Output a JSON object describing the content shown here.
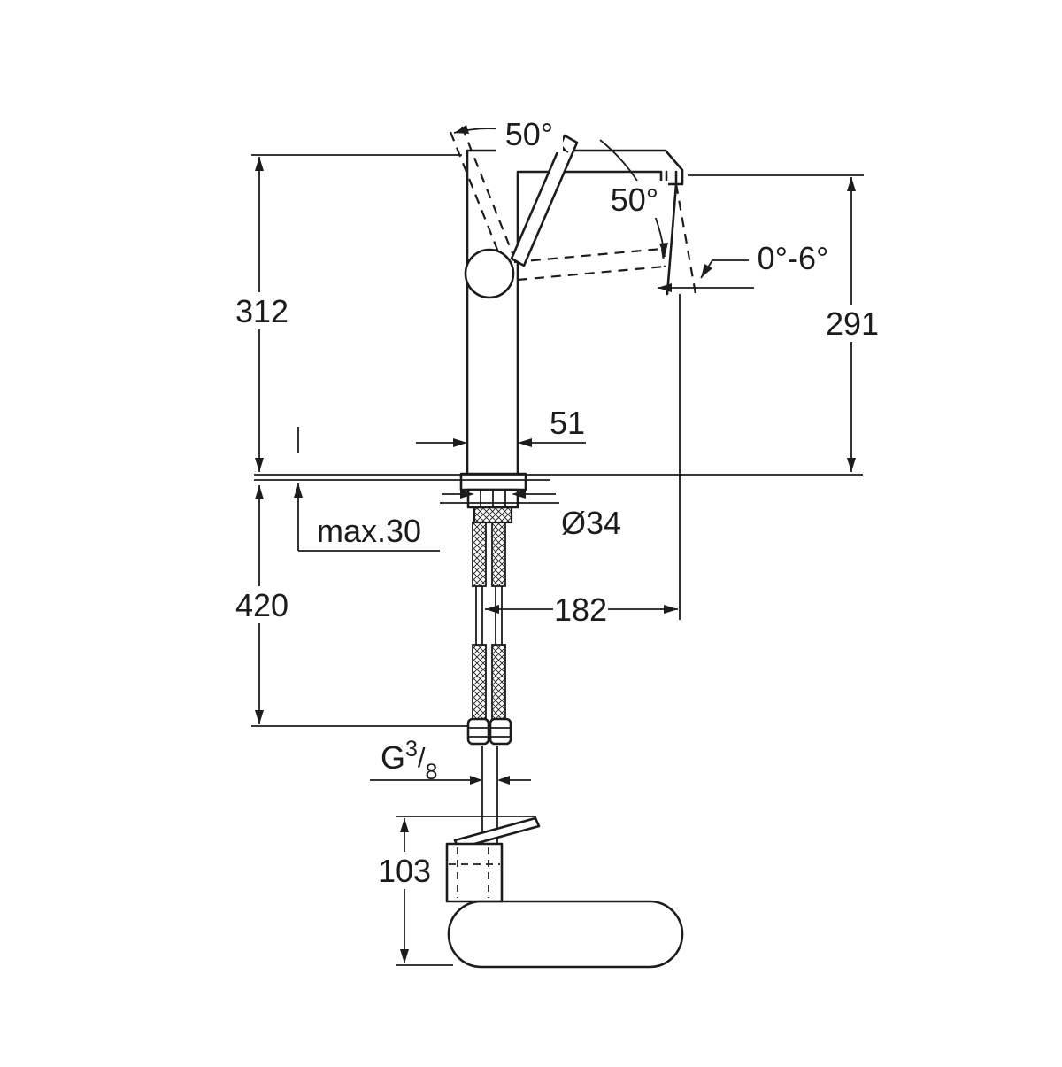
{
  "page": {
    "background": "#ffffff",
    "line_color": "#1c1c1c"
  },
  "labels": {
    "handle_swing_left": "50°",
    "handle_swing_right": "50°",
    "spout_tilt_range": "0°-6°",
    "height_to_spout": "312",
    "height_to_outlet": "291",
    "body_width": "51",
    "shank_diameter": "Ø34",
    "max_deck_thickness": "max.30",
    "installation_depth": "420",
    "spout_reach": "182",
    "thread_prefix": "G",
    "thread_numerator": "3",
    "thread_fraction_slash": "/",
    "thread_denominator": "8",
    "side_view_height": "103"
  }
}
